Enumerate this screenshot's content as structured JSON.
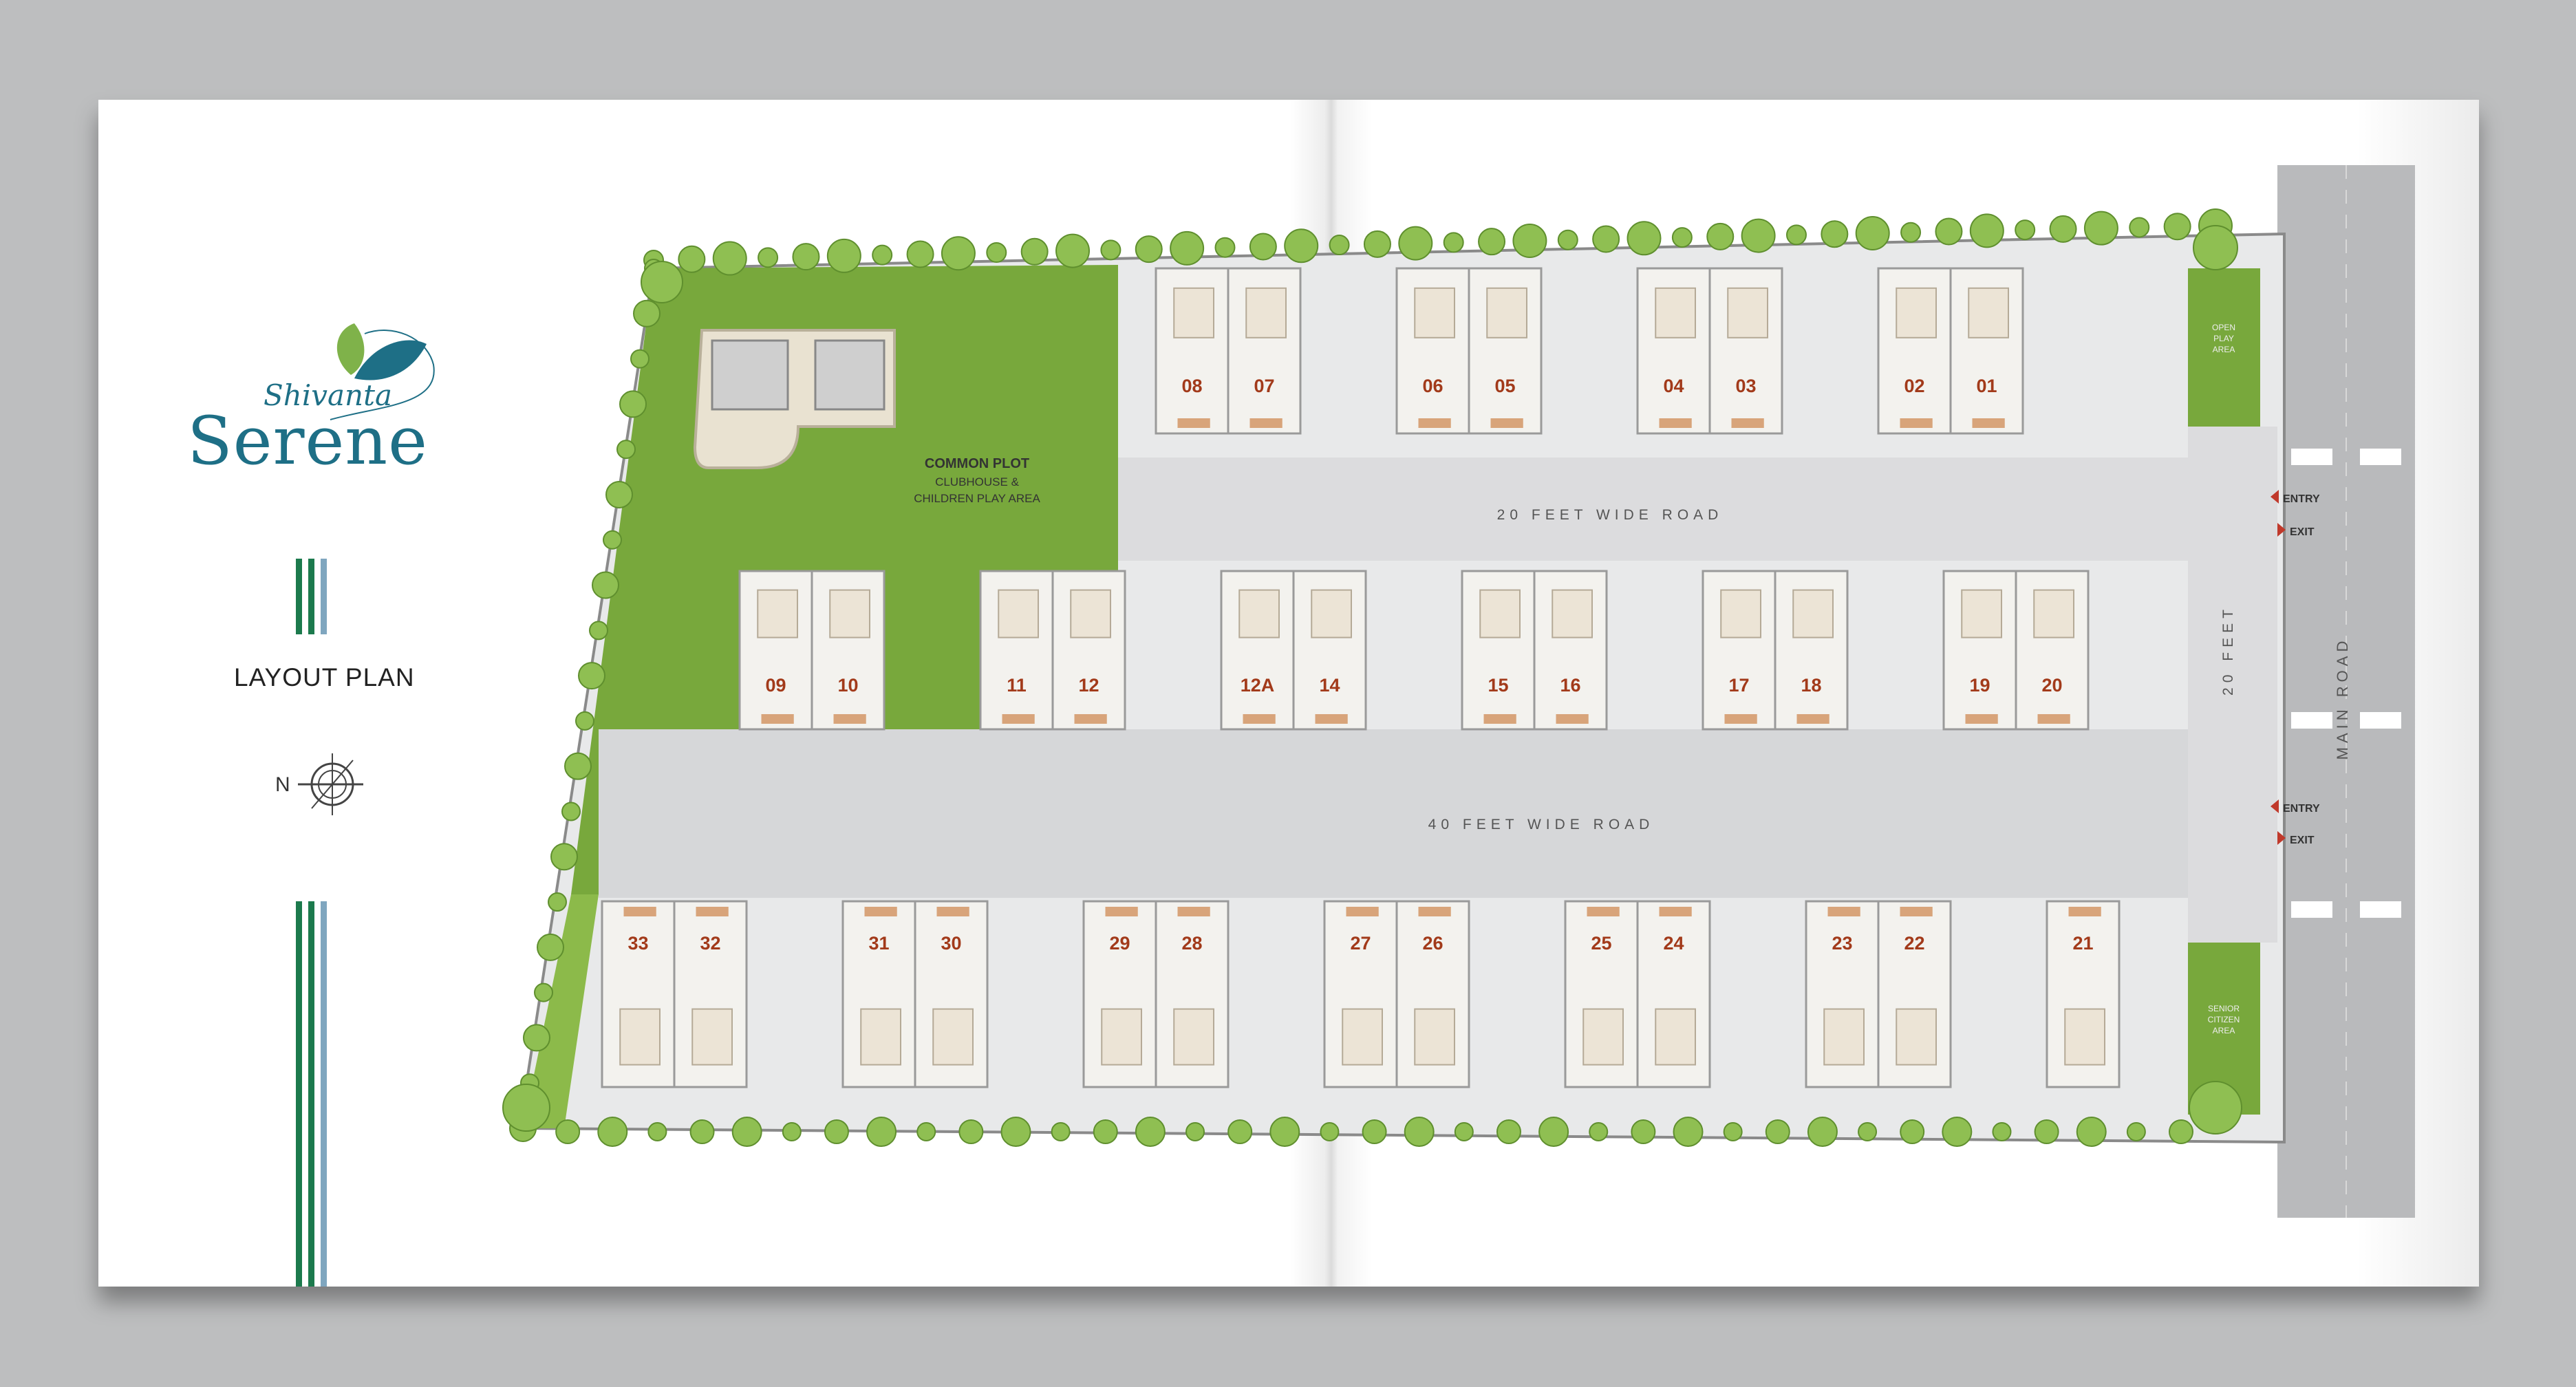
{
  "logo": {
    "script_text": "Shivanta",
    "main_text": "Serene"
  },
  "page": {
    "title": "LAYOUT PLAN",
    "north_label": "N"
  },
  "plan": {
    "common_plot": {
      "title": "COMMON PLOT",
      "line1": "CLUBHOUSE &",
      "line2": "CHILDREN PLAY AREA"
    },
    "open_play_area": [
      "OPEN",
      "PLAY",
      "AREA"
    ],
    "senior_citizen_area": [
      "SENIOR",
      "CITIZEN",
      "AREA"
    ],
    "roads": {
      "road_20": "20 FEET WIDE ROAD",
      "road_40": "40 FEET WIDE ROAD",
      "road_vertical": "20 FEET",
      "main_road": "MAIN ROAD"
    },
    "entry_label": "ENTRY",
    "exit_label": "EXIT",
    "units_row1": [
      "08",
      "07",
      "06",
      "05",
      "04",
      "03",
      "02",
      "01"
    ],
    "units_row2": [
      "09",
      "10",
      "11",
      "12",
      "12A",
      "14",
      "15",
      "16",
      "17",
      "18",
      "19",
      "20"
    ],
    "units_row3": [
      "33",
      "32",
      "31",
      "30",
      "29",
      "28",
      "27",
      "26",
      "25",
      "24",
      "23",
      "22",
      "21"
    ]
  },
  "colors": {
    "brand_teal": "#1e6f86",
    "stripe_green": "#1c7a4d",
    "stripe_blue": "#5c8fb0",
    "grass": "#78a83c",
    "road": "#d6d7d9",
    "unit_number": "#a23a1a"
  }
}
